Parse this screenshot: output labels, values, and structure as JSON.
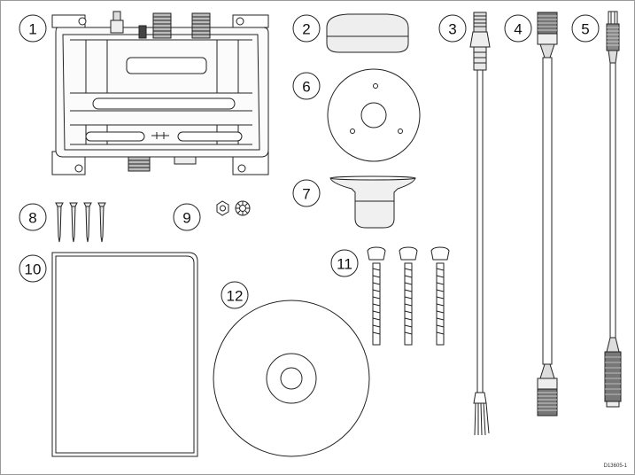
{
  "callouts": {
    "c1": "1",
    "c2": "2",
    "c3": "3",
    "c4": "4",
    "c5": "5",
    "c6": "6",
    "c7": "7",
    "c8": "8",
    "c9": "9",
    "c10": "10",
    "c11": "11",
    "c12": "12"
  },
  "drawing_ref": "D13605-1",
  "colors": {
    "line": "#222222",
    "fill_light": "#f2f2f2",
    "fill_mid": "#d8d8d8",
    "fill_dark": "#9a9a9a",
    "border": "#9a9a9a"
  }
}
